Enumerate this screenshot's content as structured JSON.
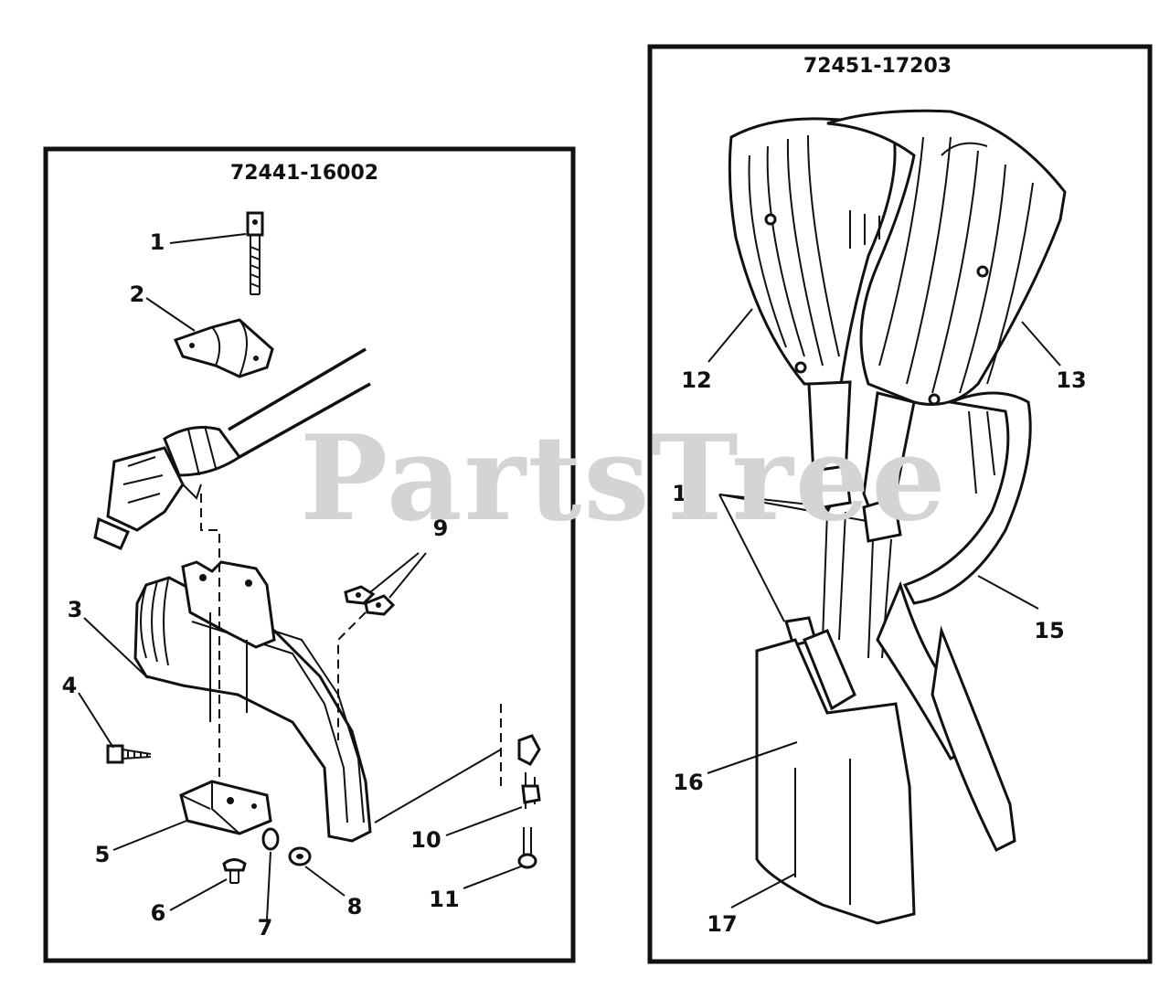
{
  "watermark": "PartsTree",
  "panels": [
    {
      "part_number": "72441-16002",
      "callouts": [
        "1",
        "2",
        "3",
        "4",
        "5",
        "6",
        "7",
        "8",
        "9",
        "10",
        "11"
      ]
    },
    {
      "part_number": "72451-17203",
      "callouts": [
        "12",
        "13",
        "14",
        "15",
        "16",
        "17"
      ]
    }
  ]
}
